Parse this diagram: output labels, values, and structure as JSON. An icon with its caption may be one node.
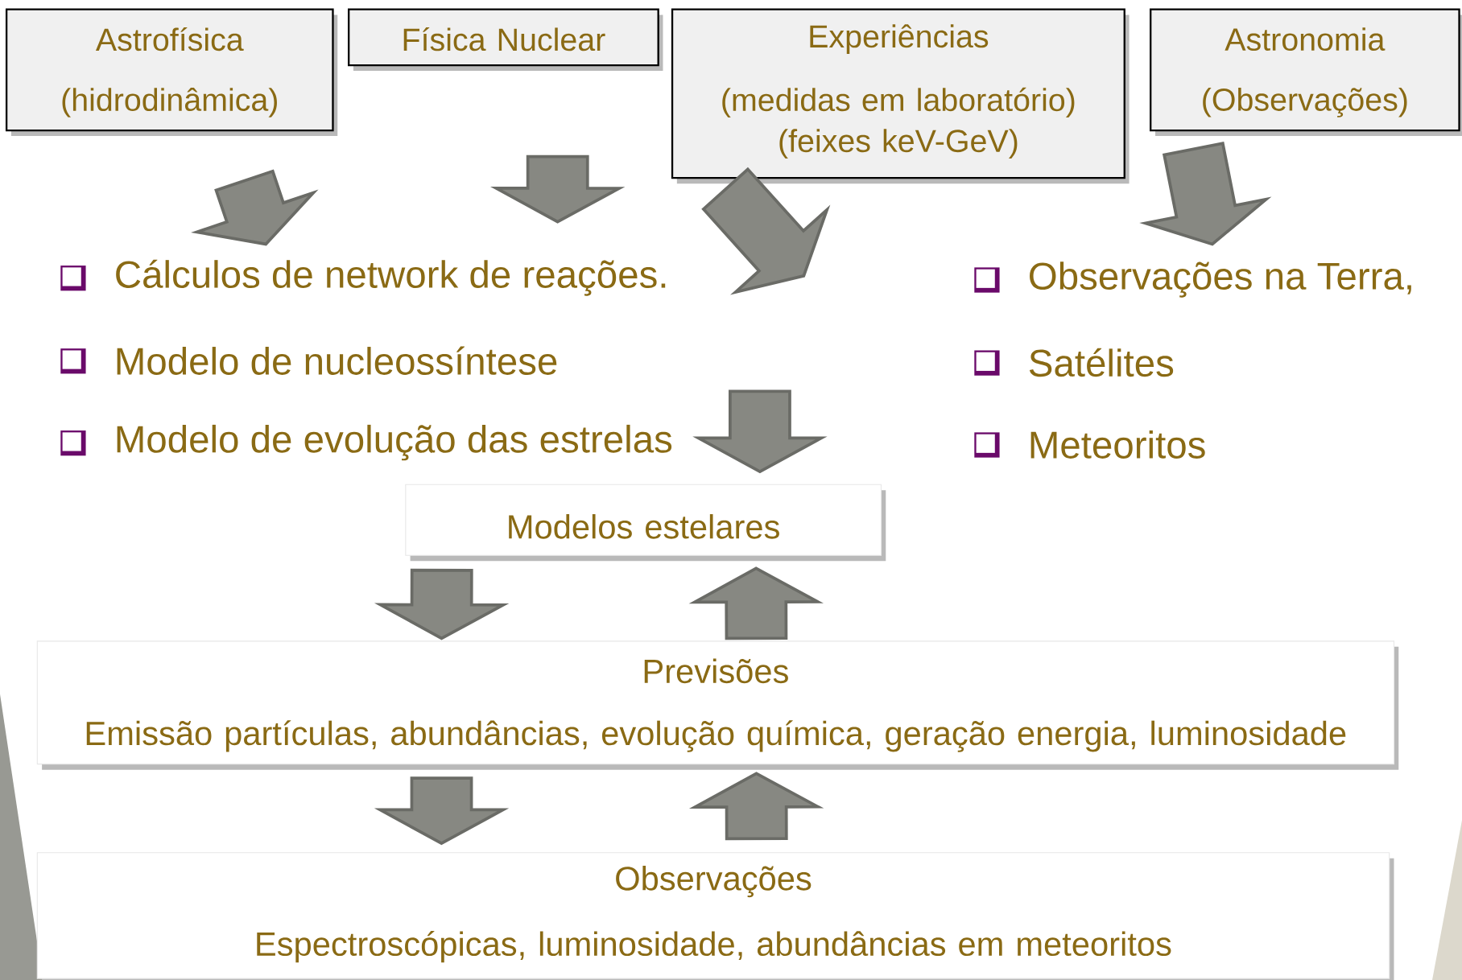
{
  "diagram": {
    "nodes": [
      {
        "text": [
          "Astrofísica",
          "(hidrodinâmica)"
        ]
      },
      {
        "text": [
          "Física Nuclear"
        ]
      },
      {
        "text": [
          "Experiências",
          "(medidas em laboratório) (feixes keV-GeV)"
        ]
      },
      {
        "text": [
          "Astronomia",
          "(Observações)"
        ]
      },
      {
        "text": [
          "Cálculos de network de reações.",
          "Modelo de nucleossíntese",
          "Modelo de evolução das estrelas"
        ]
      },
      {
        "text": [
          "Observações na Terra,",
          "Satélites",
          "Meteoritos"
        ]
      },
      {
        "text": [
          "Modelos estelares"
        ]
      },
      {
        "text": [
          "Previsões",
          "Emissão partículas, abundâncias, evolução química, geração energia, luminosidade"
        ]
      },
      {
        "text": [
          "Observações",
          "Espectroscópicas, luminosidade, abundâncias em meteoritos"
        ]
      }
    ],
    "edges": [
      {
        "from": 0,
        "to": 4,
        "arrow": "to"
      },
      {
        "from": 1,
        "to": 4,
        "arrow": "to"
      },
      {
        "from": 2,
        "to": null,
        "arrow": "to"
      },
      {
        "from": null,
        "to": 6,
        "arrow": "to"
      },
      {
        "from": 3,
        "to": 5,
        "arrow": "to"
      },
      {
        "from": 6,
        "to": 7,
        "arrow": "to"
      },
      {
        "from": 7,
        "to": 6,
        "arrow": "to"
      },
      {
        "from": 7,
        "to": 8,
        "arrow": "to"
      },
      {
        "from": 8,
        "to": 7,
        "arrow": "to"
      }
    ]
  }
}
